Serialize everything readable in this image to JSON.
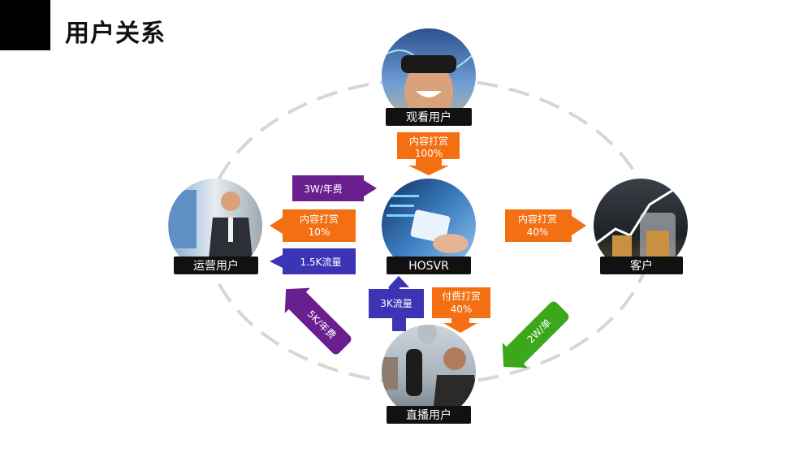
{
  "page": {
    "title": "用户关系"
  },
  "nodes": {
    "viewer": "观看用户",
    "hosvr": "HOSVR",
    "operator": "运营用户",
    "client": "客户",
    "streamer": "直播用户"
  },
  "arrows": {
    "viewer_tip_1": "内容打赏",
    "viewer_tip_2": "100%",
    "annual_fee_3w": "3W/年费",
    "operator_tip_1": "内容打赏",
    "operator_tip_2": "10%",
    "traffic_15k": "1.5K流量",
    "client_tip_1": "内容打赏",
    "client_tip_2": "40%",
    "traffic_3k": "3K流量",
    "paid_tip_1": "付费打赏",
    "paid_tip_2": "40%",
    "annual_fee_5k": "5K/年费",
    "per_order_2w": "2W/单"
  },
  "colors": {
    "orange": "#f36f12",
    "purple": "#6a1f8e",
    "blue": "#3b35b5",
    "green": "#3aa81a",
    "label_bg": "#111111",
    "ellipse": "#d6d6d6"
  }
}
